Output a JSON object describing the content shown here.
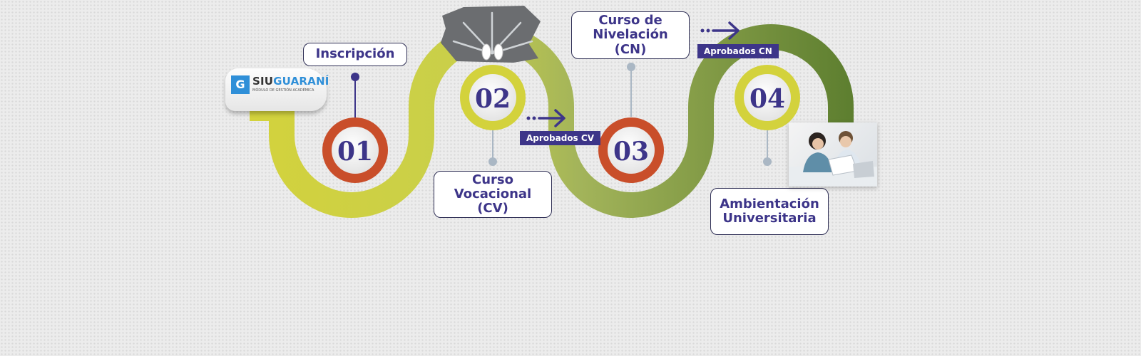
{
  "brand": {
    "logo_part1": "SIU",
    "logo_part2": "GUARANÍ",
    "logo_subtitle": "MÓDULO DE GESTIÓN ACADÉMICA"
  },
  "steps": [
    {
      "number": "01",
      "label": "Inscripción",
      "color": "#c94e2a"
    },
    {
      "number": "02",
      "label": "Curso Vocacional (CV)",
      "color": "#d3d23c"
    },
    {
      "number": "03",
      "label": "Curso de Nivelación (CN)",
      "color": "#c94e2a"
    },
    {
      "number": "04",
      "label": "Ambientación Universitaria",
      "color": "#d3d23c"
    }
  ],
  "transitions": [
    {
      "label": "Aprobados CV"
    },
    {
      "label": "Aprobados CN"
    }
  ],
  "colors": {
    "text": "#3d3589",
    "road_start": "#d3d23c",
    "road_end": "#5e7f30",
    "connector": "#aab7c4"
  }
}
